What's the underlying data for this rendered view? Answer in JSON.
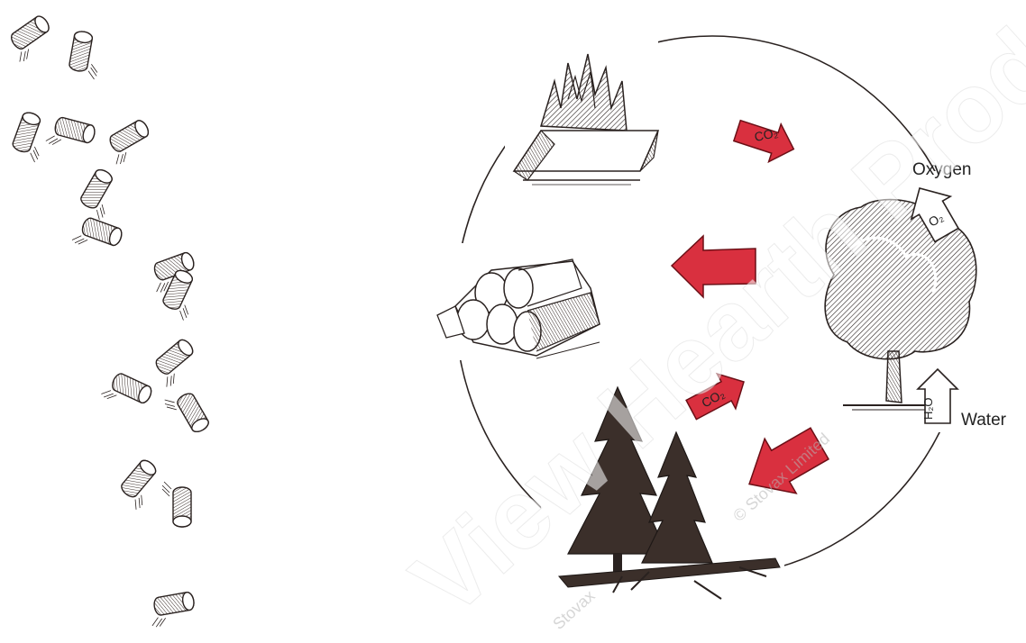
{
  "labels": {
    "oxygen": "Oxygen",
    "water": "Water",
    "o2": "O₂",
    "h2o": "H₂O",
    "co2_top": "CO₂",
    "co2_mid": "CO₂"
  },
  "watermark": {
    "main": "View Hearth Products",
    "small": "© Stovax Limited",
    "small2": "Stovax"
  },
  "colors": {
    "arrow_fill": "#d9303f",
    "arrow_stroke": "#6b0f16",
    "ink": "#2a2220"
  },
  "icons": [
    "fire-icon",
    "log-pile-icon",
    "tree-icon",
    "forest-icon",
    "log-icon"
  ]
}
